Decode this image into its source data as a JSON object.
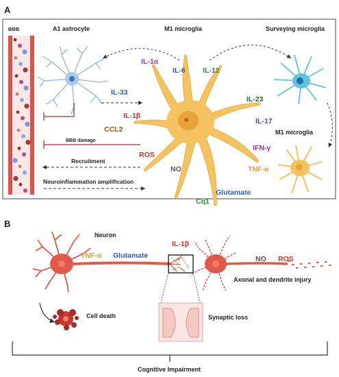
{
  "panel_a": {
    "letter": "A",
    "bbb_label": "BBB",
    "a1_astrocyte_title": "A1 astrocyte",
    "m1_microglia_title": "M1 microglia",
    "surveying_microglia_title": "Surveying microglia",
    "m1_microglia_small_title": "M1 microglia",
    "labels": {
      "il1a": "IL-1α",
      "il6": "IL-6",
      "il12": "IL-12",
      "il33": "IL-33",
      "il1b": "IL-1β",
      "il23": "IL-23",
      "ccl2": "CCL2",
      "il17": "IL-17",
      "bbb_damage": "BBB damage",
      "ros": "ROS",
      "ifng": "IFN-γ",
      "no": "NO",
      "tnfa": "TNF-α",
      "recruitment": "Recruitment",
      "glutamate": "Glutamate",
      "neuroinflammation": "Neuroinflammation amplification",
      "cq1": "Cq1"
    }
  },
  "panel_b": {
    "letter": "B",
    "neuron_title": "Neuron",
    "labels": {
      "tnfa": "TNF-α",
      "glutamate": "Glutamate",
      "il1b": "IL-1β",
      "no": "NO",
      "ros": "ROS",
      "axonal_injury": "Axonal  and dendrite  injury",
      "cell_death": "Cell death",
      "synaptic_loss": "Synaptic loss",
      "cognitive_impairment": "Cognitive Impairment"
    }
  },
  "colors": {
    "vessel_red": "#d9534f",
    "microglia_yellow": "#f4c25e",
    "microglia_nucleus": "#e8a33a",
    "astrocyte_blue": "#a9c8e8",
    "surveying_cyan": "#5ec3e0",
    "neuron_red": "#e05a4c",
    "il1a_purple": "#8e44ad",
    "il6_blue": "#2f5fb3",
    "il12_green": "#2e8b3a",
    "il1b_red": "#c0392b",
    "ccl2_brown": "#8b5a00",
    "ros_red": "#c0392b",
    "ifng_purple": "#a2338e",
    "tnfa_orange": "#e89a2a",
    "glutamate_blue": "#2f5fb3",
    "cq1_green": "#2e8b3a",
    "il23_green": "#1f6e2d",
    "il17_purple": "#5b3fa0",
    "no_gray": "#555555"
  }
}
